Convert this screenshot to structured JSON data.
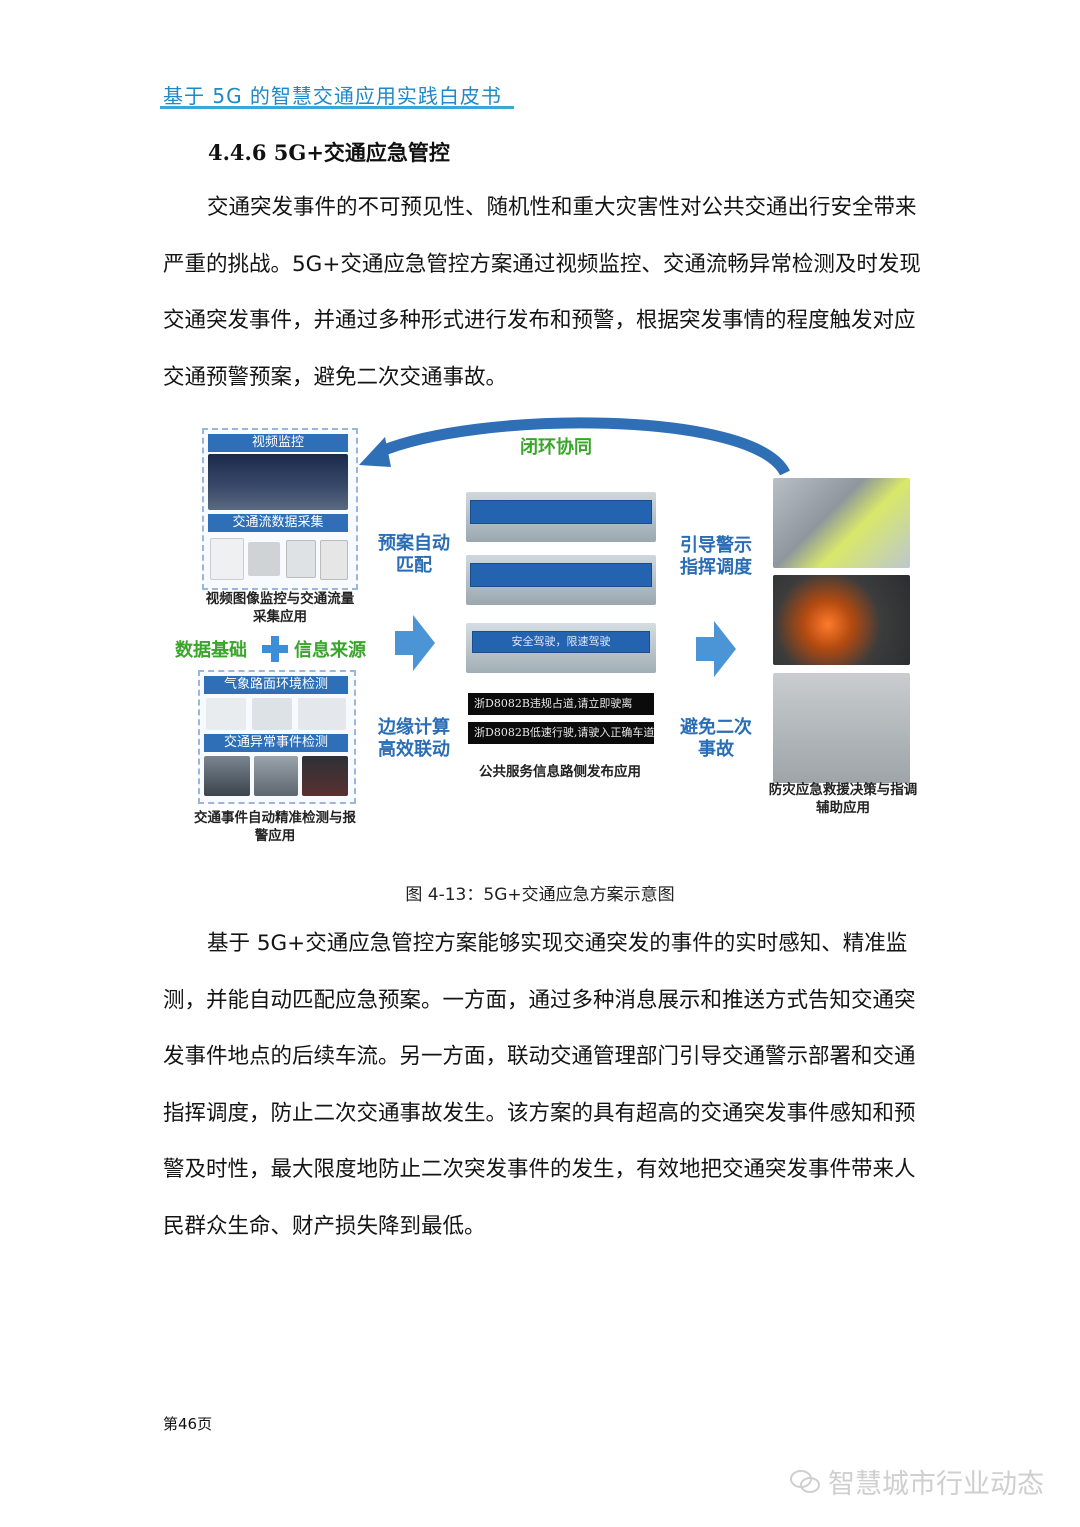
{
  "header": {
    "title": "基于 5G 的智慧交通应用实践白皮书"
  },
  "section": {
    "heading": "4.4.6 5G+交通应急管控"
  },
  "paragraph1": "交通突发事件的不可预见性、随机性和重大灾害性对公共交通出行安全带来严重的挑战。5G+交通应急管控方案通过视频监控、交通流畅异常检测及时发现交通突发事件，并通过多种形式进行发布和预警，根据突发事情的程度触发对应交通预警预案，避免二次交通事故。",
  "figure": {
    "loop_label": "闭环协同",
    "left_top": {
      "label1": "视频监控",
      "label2": "交通流数据采集",
      "caption": "视频图像监控与交通流量采集应用"
    },
    "left_bottom": {
      "label1": "气象路面环境检测",
      "label2": "交通异常事件检测",
      "caption": "交通事件自动精准检测与报警应用"
    },
    "data_basis": "数据基础",
    "info_source": "信息来源",
    "mid_left_top": "预案自动匹配",
    "mid_left_bottom": "边缘计算高效联动",
    "sign_text": "安全驾驶，限速驾驶",
    "led1": "浙D8082B违规占道,请立即驶离",
    "led2": "浙D8082B低速行驶,请驶入正确车道",
    "center_caption": "公共服务信息路侧发布应用",
    "mid_right_top": "引导警示指挥调度",
    "mid_right_bottom": "避免二次事故",
    "right_caption": "防灾应急救援决策与指调辅助应用"
  },
  "figure_caption": "图 4-13：5G+交通应急方案示意图",
  "paragraph2": "基于 5G+交通应急管控方案能够实现交通突发的事件的实时感知、精准监测，并能自动匹配应急预案。一方面，通过多种消息展示和推送方式告知交通突发事件地点的后续车流。另一方面，联动交通管理部门引导交通警示部署和交通指挥调度，防止二次交通事故发生。该方案的具有超高的交通突发事件感知和预警及时性，最大限度地防止二次突发事件的发生，有效地把交通突发事件带来人民群众生命、财产损失降到最低。",
  "page_number": "第46页",
  "watermark": {
    "text": "智慧城市行业动态",
    "icon": "wechat-icon"
  }
}
